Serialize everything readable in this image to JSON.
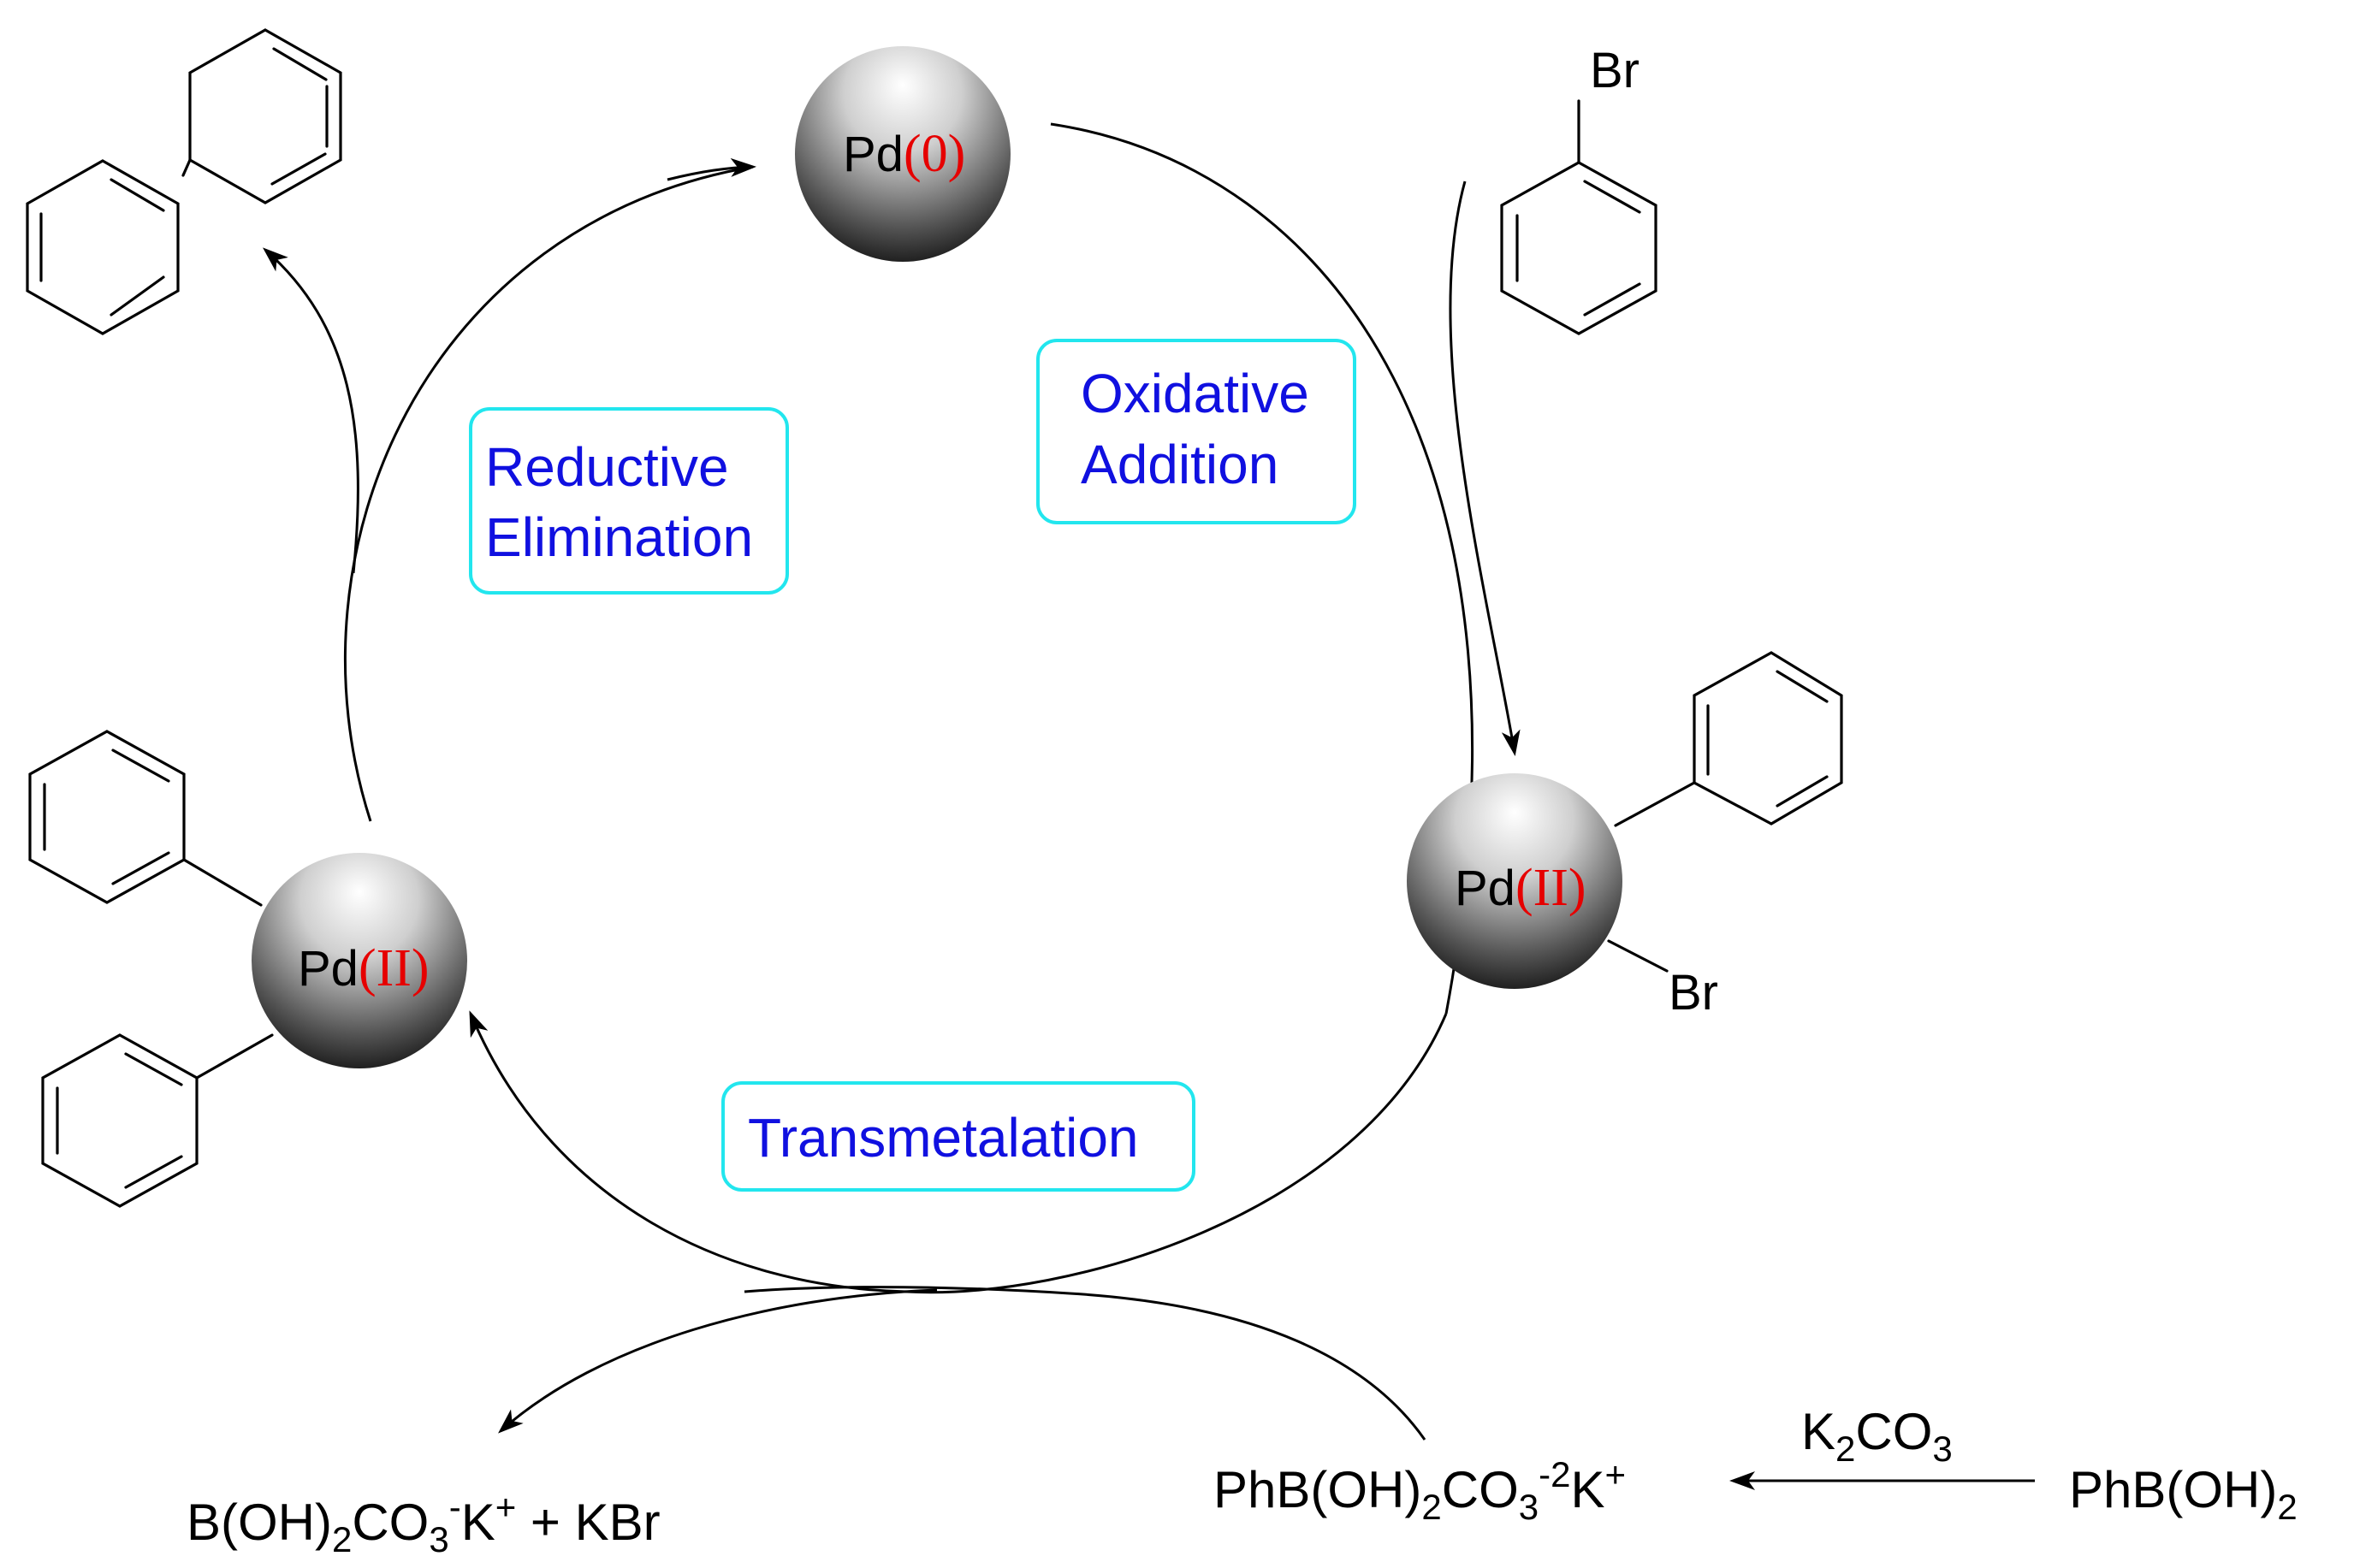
{
  "colors": {
    "oxidation_state": "#e60000",
    "step_text": "#1010e0",
    "step_border": "#22e6ee",
    "bonds": "#000000"
  },
  "catalyst": {
    "top": {
      "metal": "Pd",
      "oxidation": "(0)"
    },
    "right": {
      "metal": "Pd",
      "oxidation": "(II)",
      "ligand": "Br"
    },
    "left": {
      "metal": "Pd",
      "oxidation": "(II)"
    }
  },
  "steps": {
    "oxidative_addition": {
      "line1": "Oxidative",
      "line2": "Addition"
    },
    "reductive_elimination": {
      "line1": "Reductive",
      "line2": "Elimination"
    },
    "transmetalation": {
      "line1": "Transmetalation"
    }
  },
  "reagents": {
    "aryl_halide_atom": "Br"
  },
  "equations": {
    "byproduct": {
      "p1": "B(OH)",
      "s1": "2",
      "p2": "CO",
      "s2": "3",
      "sup1": "-",
      "p3": "K",
      "sup2": "+",
      "p4": " + KBr"
    },
    "boronate": {
      "p1": "PhB(OH)",
      "s1": "2",
      "p2": "CO",
      "s2": "3",
      "sup1": "-2",
      "p3": "K",
      "sup2": "+"
    },
    "base": {
      "p1": "K",
      "s1": "2",
      "p2": "CO",
      "s2": "3"
    },
    "boronic_acid": {
      "p1": "PhB(OH)",
      "s1": "2"
    }
  }
}
